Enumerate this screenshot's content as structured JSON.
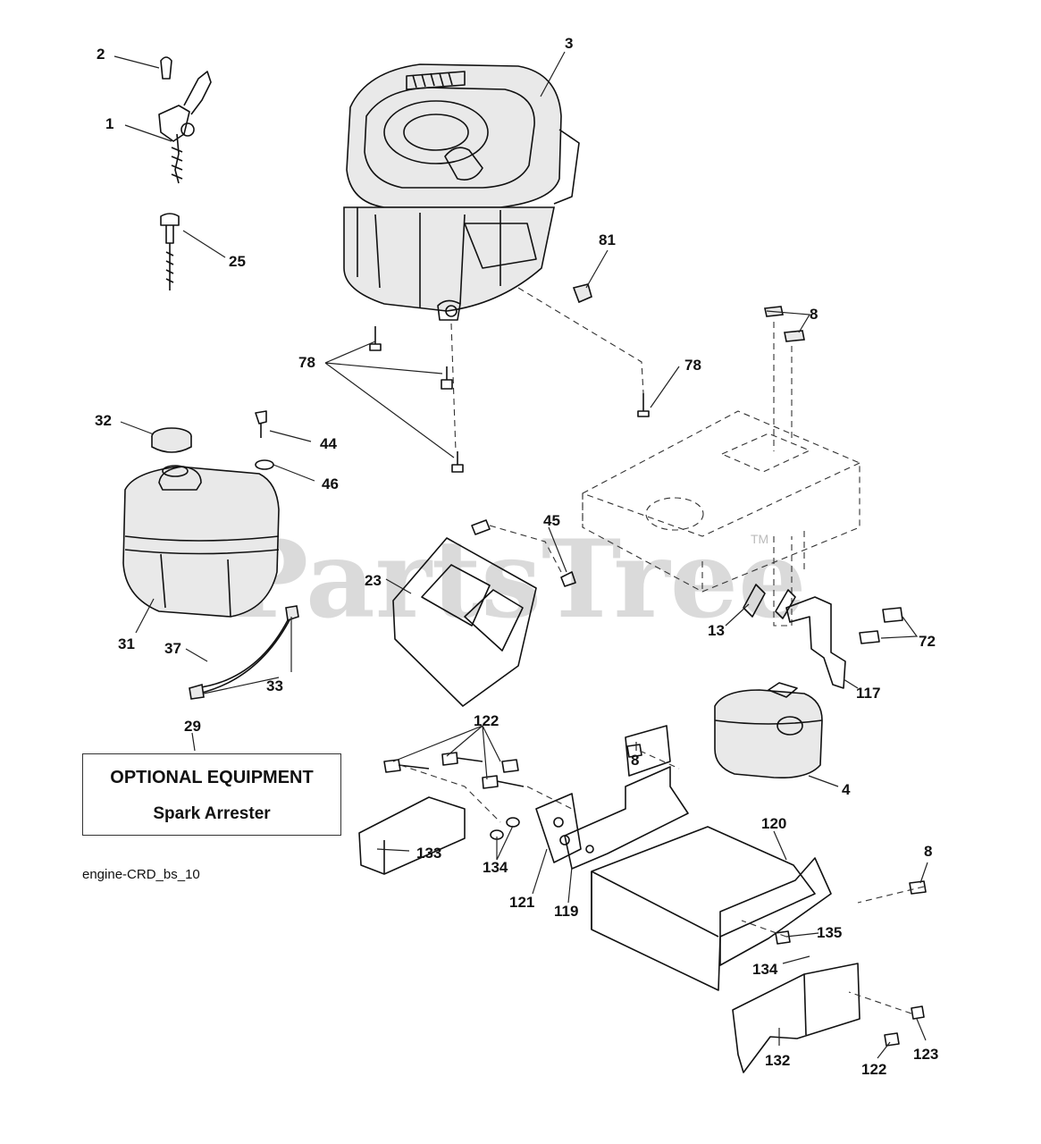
{
  "watermark": {
    "text": "PartsTree",
    "tm": "TM"
  },
  "optional_equipment": {
    "ref": "29",
    "title": "OPTIONAL EQUIPMENT",
    "item": "Spark Arrester"
  },
  "diagram_code": "engine-CRD_bs_10",
  "callouts": {
    "c1": "1",
    "c2": "2",
    "c3": "3",
    "c25": "25",
    "c81": "81",
    "c8a": "8",
    "c78a": "78",
    "c78b": "78",
    "c32": "32",
    "c44": "44",
    "c46": "46",
    "c45": "45",
    "c23": "23",
    "c13": "13",
    "c72": "72",
    "c31": "31",
    "c37": "37",
    "c33": "33",
    "c117": "117",
    "c4": "4",
    "c122a": "122",
    "c8b": "8",
    "c120": "120",
    "c8c": "8",
    "c133": "133",
    "c134a": "134",
    "c121": "121",
    "c119": "119",
    "c135": "135",
    "c134b": "134",
    "c132": "132",
    "c122b": "122",
    "c123": "123"
  }
}
